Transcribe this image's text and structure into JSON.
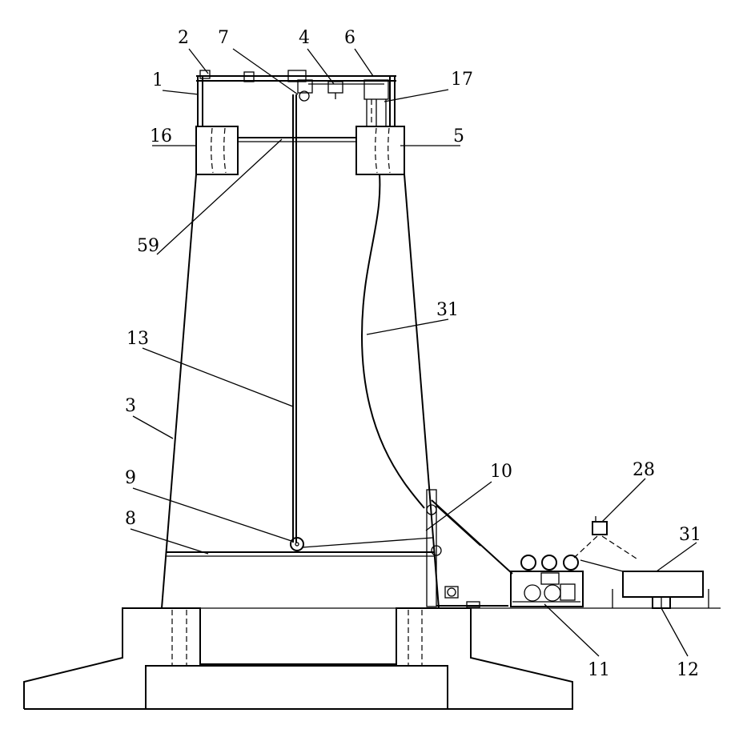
{
  "labels": {
    "l1": "1",
    "l2": "2",
    "l3": "3",
    "l4": "4",
    "l5": "5",
    "l6": "6",
    "l7": "7",
    "l8": "8",
    "l9": "9",
    "l10": "10",
    "l11": "11",
    "l12": "12",
    "l13": "13",
    "l16": "16",
    "l17": "17",
    "l28": "28",
    "l31a": "31",
    "l31b": "31",
    "l59": "59"
  }
}
